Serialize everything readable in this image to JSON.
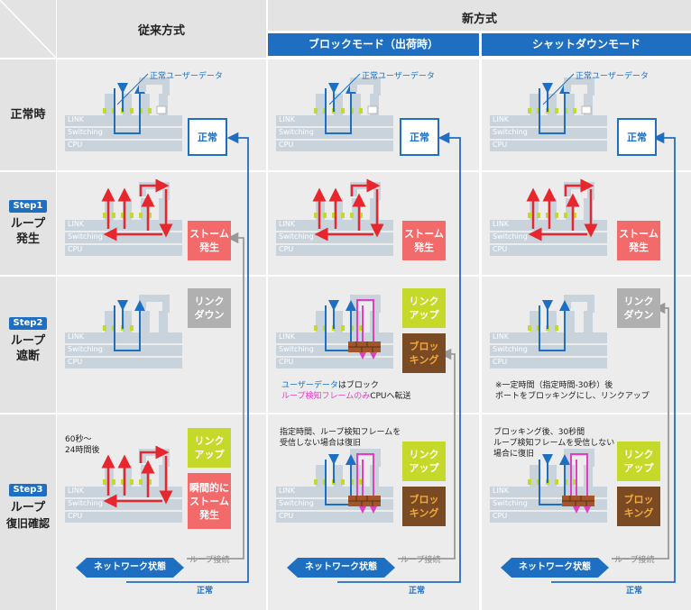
{
  "header": {
    "col_conventional": "従来方式",
    "col_new": "新方式",
    "sub_block": "ブロックモード（出荷時）",
    "sub_shutdown": "シャットダウンモード"
  },
  "rows": [
    {
      "step": "",
      "label_line1": "正常時",
      "label_line2": ""
    },
    {
      "step": "Step1",
      "label_line1": "ループ",
      "label_line2": "発生"
    },
    {
      "step": "Step2",
      "label_line1": "ループ",
      "label_line2": "遮断"
    },
    {
      "step": "Step3",
      "label_line1": "ループ",
      "label_line2": "復旧確認"
    }
  ],
  "layers": {
    "link": "LINK",
    "switching": "Switching",
    "cpu": "CPU"
  },
  "annotation": "正常ユーザーデータ",
  "status": {
    "normal": "正常",
    "storm_l1": "ストーム",
    "storm_l2": "発生",
    "linkdown_l1": "リンク",
    "linkdown_l2": "ダウン",
    "linkup_l1": "リンク",
    "linkup_l2": "アップ",
    "blocking_l1": "ブロッ",
    "blocking_l2": "キング",
    "instant_l1": "瞬間的に",
    "instant_l2": "ストーム",
    "instant_l3": "発生"
  },
  "notes": {
    "block_step2_a": "ユーザーデータ",
    "block_step2_b": "はブロック",
    "block_step2_c": "ループ検知フレームのみ",
    "block_step2_d": "CPUへ転送",
    "shutdown_step2_l1": "※一定時間（指定時間-30秒）後",
    "shutdown_step2_l2": "ポートをブロッキングにし、リンクアップ",
    "conv_step3_l1": "60秒～",
    "conv_step3_l2": "24時間後",
    "block_step3_l1": "指定時間、ループ検知フレームを",
    "block_step3_l2": "受信しない場合は復旧",
    "shutdown_step3_l1": "ブロッキング後、30秒間",
    "shutdown_step3_l2": "ループ検知フレームを受信しない",
    "shutdown_step3_l3": "場合に復旧"
  },
  "bottom": {
    "network_state": "ネットワーク状態",
    "loop_connect": "ループ接続",
    "normal": "正常"
  },
  "colors": {
    "blue": "#1e6fc1",
    "red": "#e8262d",
    "pink": "#e040c0",
    "link_green": "#c5d92a",
    "header_gray": "#e3e3e3",
    "cell_gray": "#ececec",
    "network_dark": "#1a3a6e"
  }
}
